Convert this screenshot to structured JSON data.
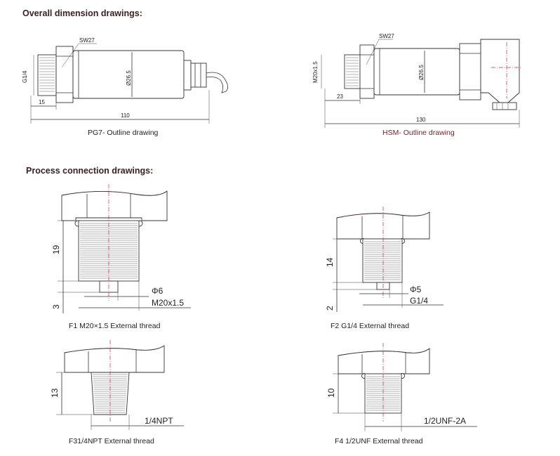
{
  "headings": {
    "overall": "Overall dimension drawings:",
    "process": "Process connection drawings:"
  },
  "pg7": {
    "caption": "PG7- Outline drawing",
    "sw": "SW27",
    "thread": "G1/4",
    "diameter": "Ø26.5",
    "dim_short": "15",
    "dim_total": "110"
  },
  "hsm": {
    "caption": "HSM- Outline drawing",
    "sw": "SW27",
    "thread": "M20x1.5",
    "diameter": "Ø26.5",
    "dim_short": "23",
    "dim_total": "130"
  },
  "f1": {
    "caption": "F1 M20×1.5 External thread",
    "height": "19",
    "tip": "3",
    "bore": "Φ6",
    "thread": "M20x1.5"
  },
  "f2": {
    "caption": "F2 G1/4 External thread",
    "height": "14",
    "tip": "2",
    "bore": "Φ5",
    "thread": "G1/4"
  },
  "f3": {
    "caption": "F31/4NPT External thread",
    "height": "13",
    "thread": "1/4NPT"
  },
  "f4": {
    "caption": "F4 1/2UNF External thread",
    "height": "10",
    "thread": "1/2UNF-2A"
  },
  "colors": {
    "crest": "#c42a4a",
    "heading": "#3a1f1f",
    "caption_accent": "#7a1e28"
  }
}
